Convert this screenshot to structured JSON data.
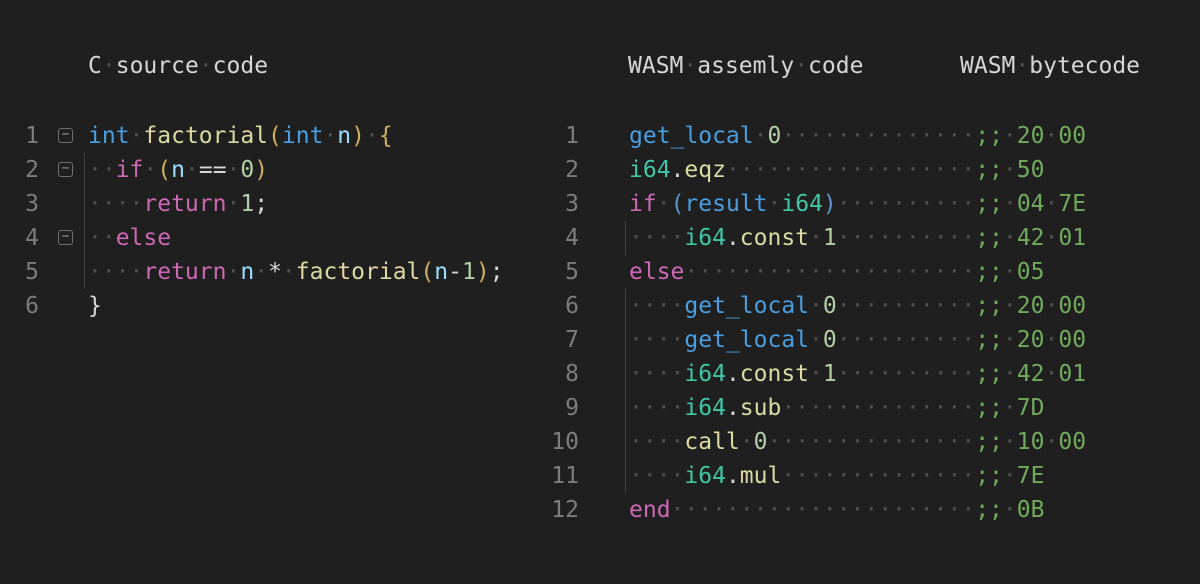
{
  "palette": {
    "bg": "#1e1f1e",
    "fg": "#d6d6d6",
    "ws": "#4e4e4e",
    "lineno": "#7d7d7d",
    "guide": "#414141",
    "foldborder": "#6f6f6f",
    "foldglyph": "#9b9b9b",
    "blue": "#4a9ee0",
    "teal": "#41c7a4",
    "yellow": "#dbd9a4",
    "pink": "#cd68b4",
    "numgreen": "#b5cea8",
    "comment": "#72aa5d",
    "varblue": "#9cdcfe",
    "gold": "#cfae62",
    "parenblue": "#5b94cc"
  },
  "icons": {
    "fold_minus": "−"
  },
  "left_panel": {
    "title_text": "C source code",
    "title_segments": [
      [
        "fg",
        "C"
      ],
      [
        "ws",
        "·"
      ],
      [
        "fg",
        "source"
      ],
      [
        "ws",
        "·"
      ],
      [
        "fg",
        "code"
      ]
    ],
    "lines": [
      {
        "n": "1",
        "fold": true,
        "guide": false,
        "segs": [
          [
            "blue",
            "int"
          ],
          [
            "ws",
            "·"
          ],
          [
            "yel",
            "factorial"
          ],
          [
            "gold",
            "("
          ],
          [
            "blue",
            "int"
          ],
          [
            "ws",
            "·"
          ],
          [
            "var",
            "n"
          ],
          [
            "gold",
            ")"
          ],
          [
            "ws",
            "·"
          ],
          [
            "gold",
            "{"
          ]
        ]
      },
      {
        "n": "2",
        "fold": true,
        "guide": true,
        "segs": [
          [
            "ws",
            "··"
          ],
          [
            "pink",
            "if"
          ],
          [
            "ws",
            "·"
          ],
          [
            "gold",
            "("
          ],
          [
            "var",
            "n"
          ],
          [
            "ws",
            "·"
          ],
          [
            "fg",
            "=="
          ],
          [
            "ws",
            "·"
          ],
          [
            "num",
            "0"
          ],
          [
            "gold",
            ")"
          ]
        ]
      },
      {
        "n": "3",
        "fold": false,
        "guide": true,
        "segs": [
          [
            "ws",
            "····"
          ],
          [
            "pink",
            "return"
          ],
          [
            "ws",
            "·"
          ],
          [
            "num",
            "1"
          ],
          [
            "fg",
            ";"
          ]
        ]
      },
      {
        "n": "4",
        "fold": true,
        "guide": true,
        "segs": [
          [
            "ws",
            "··"
          ],
          [
            "pink",
            "else"
          ]
        ]
      },
      {
        "n": "5",
        "fold": false,
        "guide": true,
        "segs": [
          [
            "ws",
            "····"
          ],
          [
            "pink",
            "return"
          ],
          [
            "ws",
            "·"
          ],
          [
            "var",
            "n"
          ],
          [
            "ws",
            "·"
          ],
          [
            "fg",
            "*"
          ],
          [
            "ws",
            "·"
          ],
          [
            "yel",
            "factorial"
          ],
          [
            "gold",
            "("
          ],
          [
            "var",
            "n"
          ],
          [
            "fg",
            "-"
          ],
          [
            "num",
            "1"
          ],
          [
            "gold",
            ")"
          ],
          [
            "fg",
            ";"
          ]
        ]
      },
      {
        "n": "6",
        "fold": false,
        "guide": false,
        "segs": [
          [
            "fg",
            "}"
          ]
        ]
      }
    ]
  },
  "right_panel": {
    "asm_title_text": "WASM assemly code",
    "asm_title_segments": [
      [
        "fg",
        "WASM"
      ],
      [
        "ws",
        "·"
      ],
      [
        "fg",
        "assemly"
      ],
      [
        "ws",
        "·"
      ],
      [
        "fg",
        "code"
      ]
    ],
    "bytecode_title_text": "WASM bytecode",
    "bytecode_title_segments": [
      [
        "fg",
        "WASM"
      ],
      [
        "ws",
        "·"
      ],
      [
        "fg",
        "bytecode"
      ]
    ],
    "lines": [
      {
        "n": "1",
        "fold": false,
        "guide": false,
        "segs": [
          [
            "blue",
            "get_local"
          ],
          [
            "ws",
            "·"
          ],
          [
            "num",
            "0"
          ],
          [
            "ws",
            "··············"
          ],
          [
            "com",
            ";;"
          ],
          [
            "ws",
            "·"
          ],
          [
            "com",
            "20"
          ],
          [
            "ws",
            "·"
          ],
          [
            "com",
            "00"
          ]
        ]
      },
      {
        "n": "2",
        "fold": false,
        "guide": false,
        "segs": [
          [
            "teal",
            "i64"
          ],
          [
            "fg",
            "."
          ],
          [
            "yel",
            "eqz"
          ],
          [
            "ws",
            "··················"
          ],
          [
            "com",
            ";;"
          ],
          [
            "ws",
            "·"
          ],
          [
            "com",
            "50"
          ]
        ]
      },
      {
        "n": "3",
        "fold": false,
        "guide": false,
        "segs": [
          [
            "pink",
            "if"
          ],
          [
            "ws",
            "·"
          ],
          [
            "bblue",
            "("
          ],
          [
            "blue",
            "result"
          ],
          [
            "ws",
            "·"
          ],
          [
            "teal",
            "i64"
          ],
          [
            "bblue",
            ")"
          ],
          [
            "ws",
            "··········"
          ],
          [
            "com",
            ";;"
          ],
          [
            "ws",
            "·"
          ],
          [
            "com",
            "04"
          ],
          [
            "ws",
            "·"
          ],
          [
            "com",
            "7E"
          ]
        ]
      },
      {
        "n": "4",
        "fold": false,
        "guide": true,
        "segs": [
          [
            "ws",
            "····"
          ],
          [
            "teal",
            "i64"
          ],
          [
            "fg",
            "."
          ],
          [
            "yel",
            "const"
          ],
          [
            "ws",
            "·"
          ],
          [
            "num",
            "1"
          ],
          [
            "ws",
            "··········"
          ],
          [
            "com",
            ";;"
          ],
          [
            "ws",
            "·"
          ],
          [
            "com",
            "42"
          ],
          [
            "ws",
            "·"
          ],
          [
            "com",
            "01"
          ]
        ]
      },
      {
        "n": "5",
        "fold": false,
        "guide": false,
        "segs": [
          [
            "pink",
            "else"
          ],
          [
            "ws",
            "·····················"
          ],
          [
            "com",
            ";;"
          ],
          [
            "ws",
            "·"
          ],
          [
            "com",
            "05"
          ]
        ]
      },
      {
        "n": "6",
        "fold": false,
        "guide": true,
        "segs": [
          [
            "ws",
            "····"
          ],
          [
            "blue",
            "get_local"
          ],
          [
            "ws",
            "·"
          ],
          [
            "num",
            "0"
          ],
          [
            "ws",
            "··········"
          ],
          [
            "com",
            ";;"
          ],
          [
            "ws",
            "·"
          ],
          [
            "com",
            "20"
          ],
          [
            "ws",
            "·"
          ],
          [
            "com",
            "00"
          ]
        ]
      },
      {
        "n": "7",
        "fold": false,
        "guide": true,
        "segs": [
          [
            "ws",
            "····"
          ],
          [
            "blue",
            "get_local"
          ],
          [
            "ws",
            "·"
          ],
          [
            "num",
            "0"
          ],
          [
            "ws",
            "··········"
          ],
          [
            "com",
            ";;"
          ],
          [
            "ws",
            "·"
          ],
          [
            "com",
            "20"
          ],
          [
            "ws",
            "·"
          ],
          [
            "com",
            "00"
          ]
        ]
      },
      {
        "n": "8",
        "fold": false,
        "guide": true,
        "segs": [
          [
            "ws",
            "····"
          ],
          [
            "teal",
            "i64"
          ],
          [
            "fg",
            "."
          ],
          [
            "yel",
            "const"
          ],
          [
            "ws",
            "·"
          ],
          [
            "num",
            "1"
          ],
          [
            "ws",
            "··········"
          ],
          [
            "com",
            ";;"
          ],
          [
            "ws",
            "·"
          ],
          [
            "com",
            "42"
          ],
          [
            "ws",
            "·"
          ],
          [
            "com",
            "01"
          ]
        ]
      },
      {
        "n": "9",
        "fold": false,
        "guide": true,
        "segs": [
          [
            "ws",
            "····"
          ],
          [
            "teal",
            "i64"
          ],
          [
            "fg",
            "."
          ],
          [
            "yel",
            "sub"
          ],
          [
            "ws",
            "··············"
          ],
          [
            "com",
            ";;"
          ],
          [
            "ws",
            "·"
          ],
          [
            "com",
            "7D"
          ]
        ]
      },
      {
        "n": "10",
        "fold": false,
        "guide": true,
        "segs": [
          [
            "ws",
            "····"
          ],
          [
            "yel",
            "call"
          ],
          [
            "ws",
            "·"
          ],
          [
            "num",
            "0"
          ],
          [
            "ws",
            "···············"
          ],
          [
            "com",
            ";;"
          ],
          [
            "ws",
            "·"
          ],
          [
            "com",
            "10"
          ],
          [
            "ws",
            "·"
          ],
          [
            "com",
            "00"
          ]
        ]
      },
      {
        "n": "11",
        "fold": false,
        "guide": true,
        "segs": [
          [
            "ws",
            "····"
          ],
          [
            "teal",
            "i64"
          ],
          [
            "fg",
            "."
          ],
          [
            "yel",
            "mul"
          ],
          [
            "ws",
            "··············"
          ],
          [
            "com",
            ";;"
          ],
          [
            "ws",
            "·"
          ],
          [
            "com",
            "7E"
          ]
        ]
      },
      {
        "n": "12",
        "fold": false,
        "guide": false,
        "segs": [
          [
            "pink",
            "end"
          ],
          [
            "ws",
            "······················"
          ],
          [
            "com",
            ";;"
          ],
          [
            "ws",
            "·"
          ],
          [
            "com",
            "0B"
          ]
        ]
      }
    ]
  }
}
